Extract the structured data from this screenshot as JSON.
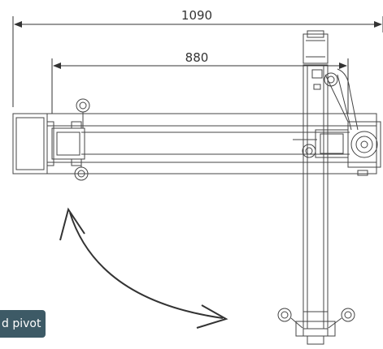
{
  "dimensions": {
    "overall": "1090",
    "inner": "880"
  },
  "caption": {
    "label": "d pivot"
  },
  "icons": {
    "rotation_arrow": "curved-double-arrow-icon"
  }
}
